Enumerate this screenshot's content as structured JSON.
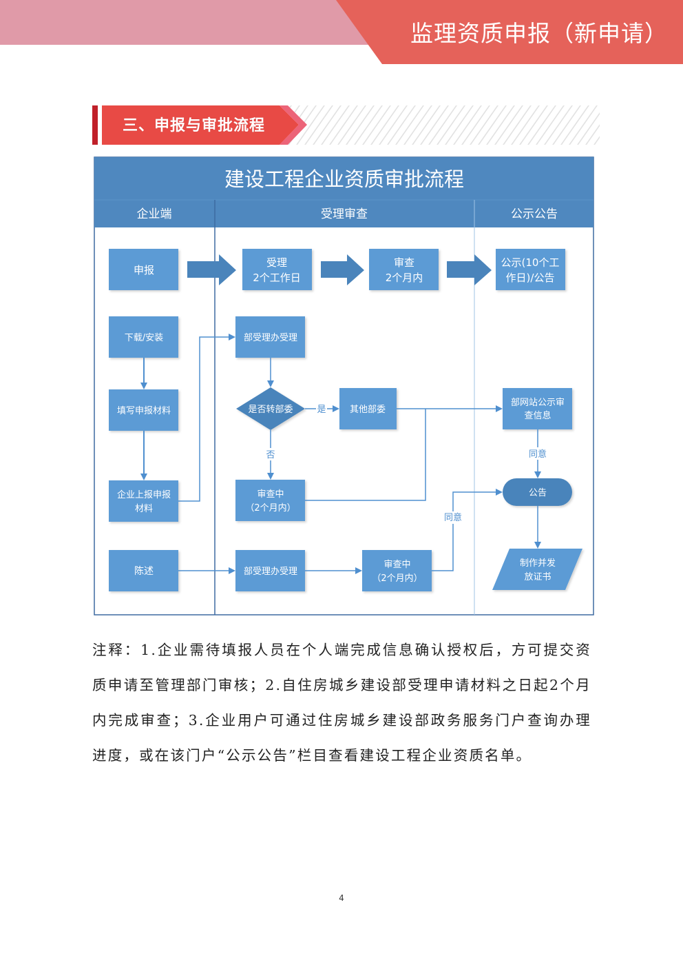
{
  "header": {
    "title": "监理资质申报（新申请）"
  },
  "section": {
    "title": "三、申报与审批流程"
  },
  "flowchart": {
    "title": "建设工程企业资质审批流程",
    "lanes": [
      "企业端",
      "受理审查",
      "公示公告"
    ],
    "nodes": {
      "apply": "申报",
      "accept_l1": "受理",
      "accept_l2": "2个工作日",
      "review_l1": "审查",
      "review_l2": "2个月内",
      "publicize_l1": "公示(10个工",
      "publicize_l2": "作日)/公告",
      "download": "下载/安装",
      "fill": "填写申报材料",
      "submit_l1": "企业上报申报",
      "submit_l2": "材料",
      "statement": "陈述",
      "dept_accept_1": "部受理办受理",
      "decision": "是否转部委",
      "other_dept": "其他部委",
      "reviewing_1_l1": "审查中",
      "reviewing_1_l2": "（2个月内）",
      "dept_accept_2": "部受理办受理",
      "reviewing_2_l1": "审查中",
      "reviewing_2_l2": "（2个月内）",
      "site_notice_l1": "部网站公示审",
      "site_notice_l2": "查信息",
      "announce": "公告",
      "issue_l1": "制作并发",
      "issue_l2": "放证书"
    },
    "edge_labels": {
      "yes": "是",
      "no": "否",
      "agree_1": "同意",
      "agree_2": "同意"
    },
    "colors": {
      "box": "#5b9bd5",
      "dark": "#4a84bb",
      "line": "#4f8fcf",
      "lane_border": "#3d6aa1"
    }
  },
  "notes": {
    "text": "注释：1.企业需待填报人员在个人端完成信息确认授权后，方可提交资质申请至管理部门审核；2.自住房城乡建设部受理申请材料之日起2个月内完成审查；3.企业用户可通过住房城乡建设部政务服务门户查询办理进度，或在该门户“公示公告”栏目查看建设工程企业资质名单。"
  },
  "footer": {
    "page_number": "4"
  }
}
